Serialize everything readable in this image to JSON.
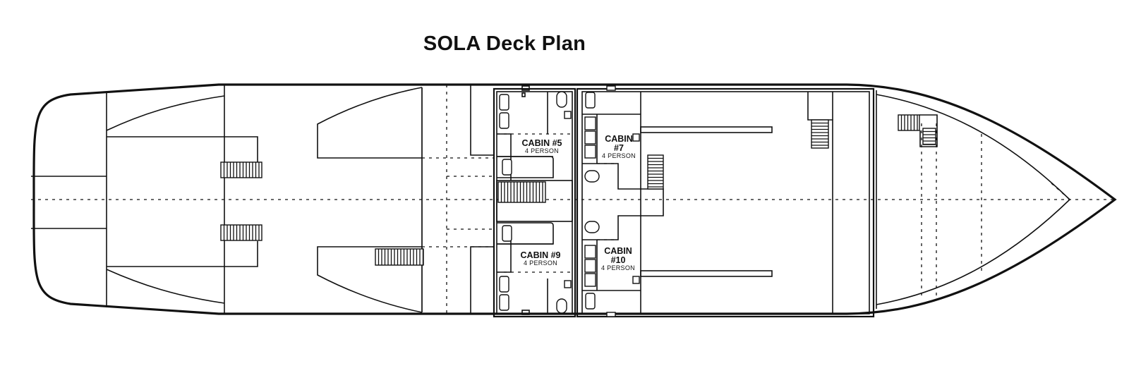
{
  "title": "SOLA Deck Plan",
  "cabins": [
    {
      "id": "cabin-5",
      "name": "CABIN #5",
      "capacity": "4 PERSON"
    },
    {
      "id": "cabin-7",
      "name_line1": "CABIN",
      "name_line2": "#7",
      "capacity": "4 PERSON"
    },
    {
      "id": "cabin-9",
      "name": "CABIN #9",
      "capacity": "4 PERSON"
    },
    {
      "id": "cabin-10",
      "name_line1": "CABIN",
      "name_line2": "#10",
      "capacity": "4 PERSON"
    }
  ],
  "colors": {
    "line": "#111111",
    "background": "#ffffff"
  }
}
